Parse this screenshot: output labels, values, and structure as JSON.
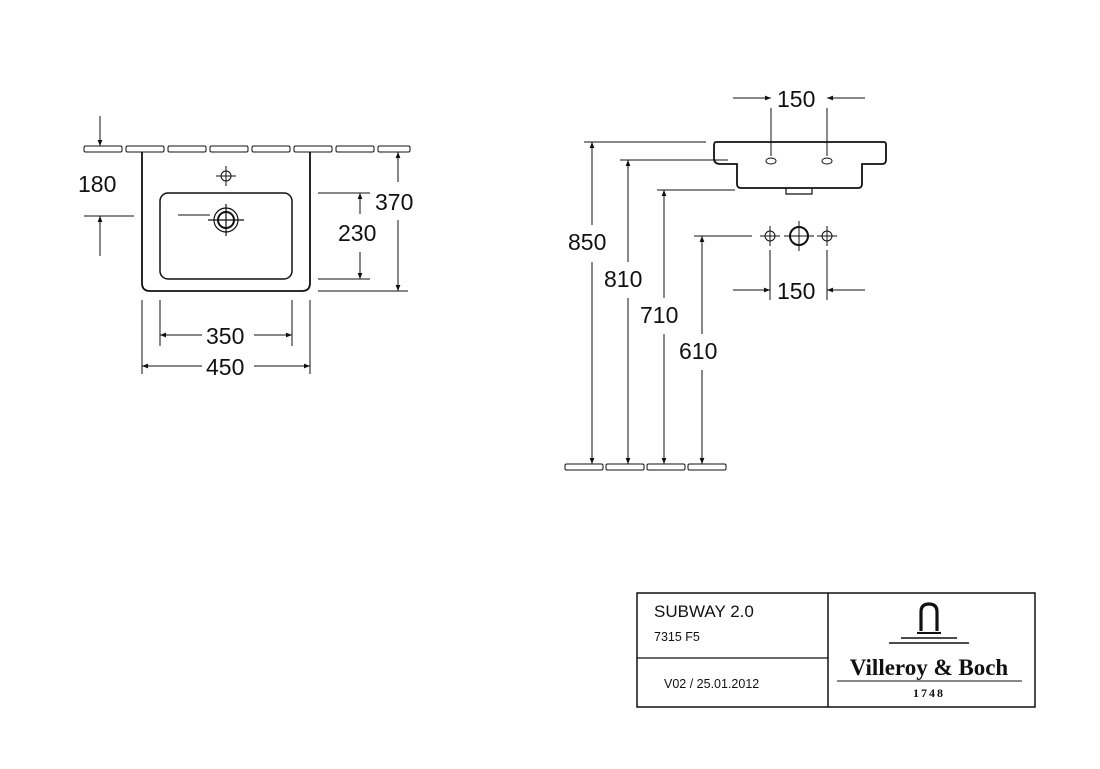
{
  "front_view": {
    "dim_top": "180",
    "dim_depth": "370",
    "dim_inner_depth": "230",
    "dim_inner_width": "350",
    "dim_width": "450"
  },
  "side_view": {
    "dim_tap_spacing_top": "150",
    "dim_height_rim": "850",
    "dim_height_bottom": "810",
    "dim_height_outlet": "710",
    "dim_height_supply": "610",
    "dim_tap_spacing_bottom": "150"
  },
  "title_block": {
    "product": "SUBWAY 2.0",
    "article": "7315 F5",
    "version": "V02 / 25.01.2012",
    "brand": "Villeroy & Boch",
    "brand_year": "1748"
  }
}
